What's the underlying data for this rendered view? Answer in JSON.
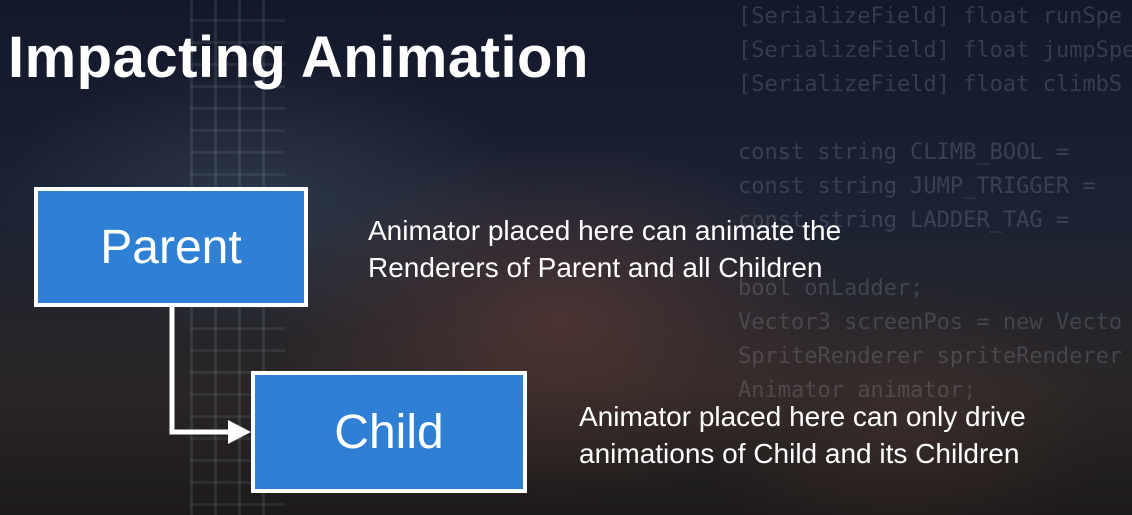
{
  "slide": {
    "title": "Impacting Animation"
  },
  "background_code": [
    "[SerializeField] float runSpe",
    "[SerializeField] float jumpSpe",
    "[SerializeField] float climbS",
    "",
    "const string CLIMB_BOOL =",
    "const string JUMP_TRIGGER =",
    "const string LADDER_TAG =",
    "",
    "bool onLadder;",
    "Vector3 screenPos = new Vecto",
    "SpriteRenderer spriteRenderer",
    "Animator animator;"
  ],
  "nodes": {
    "parent": {
      "label": "Parent",
      "description": [
        "Animator placed here can animate the",
        "Renderers of Parent and all Children"
      ]
    },
    "child": {
      "label": "Child",
      "description": [
        "Animator placed here can only drive",
        "animations of Child and its Children"
      ]
    }
  },
  "colors": {
    "box_fill": "#2f80d4",
    "box_border": "#ffffff",
    "text": "#ffffff",
    "connector": "#ffffff"
  }
}
